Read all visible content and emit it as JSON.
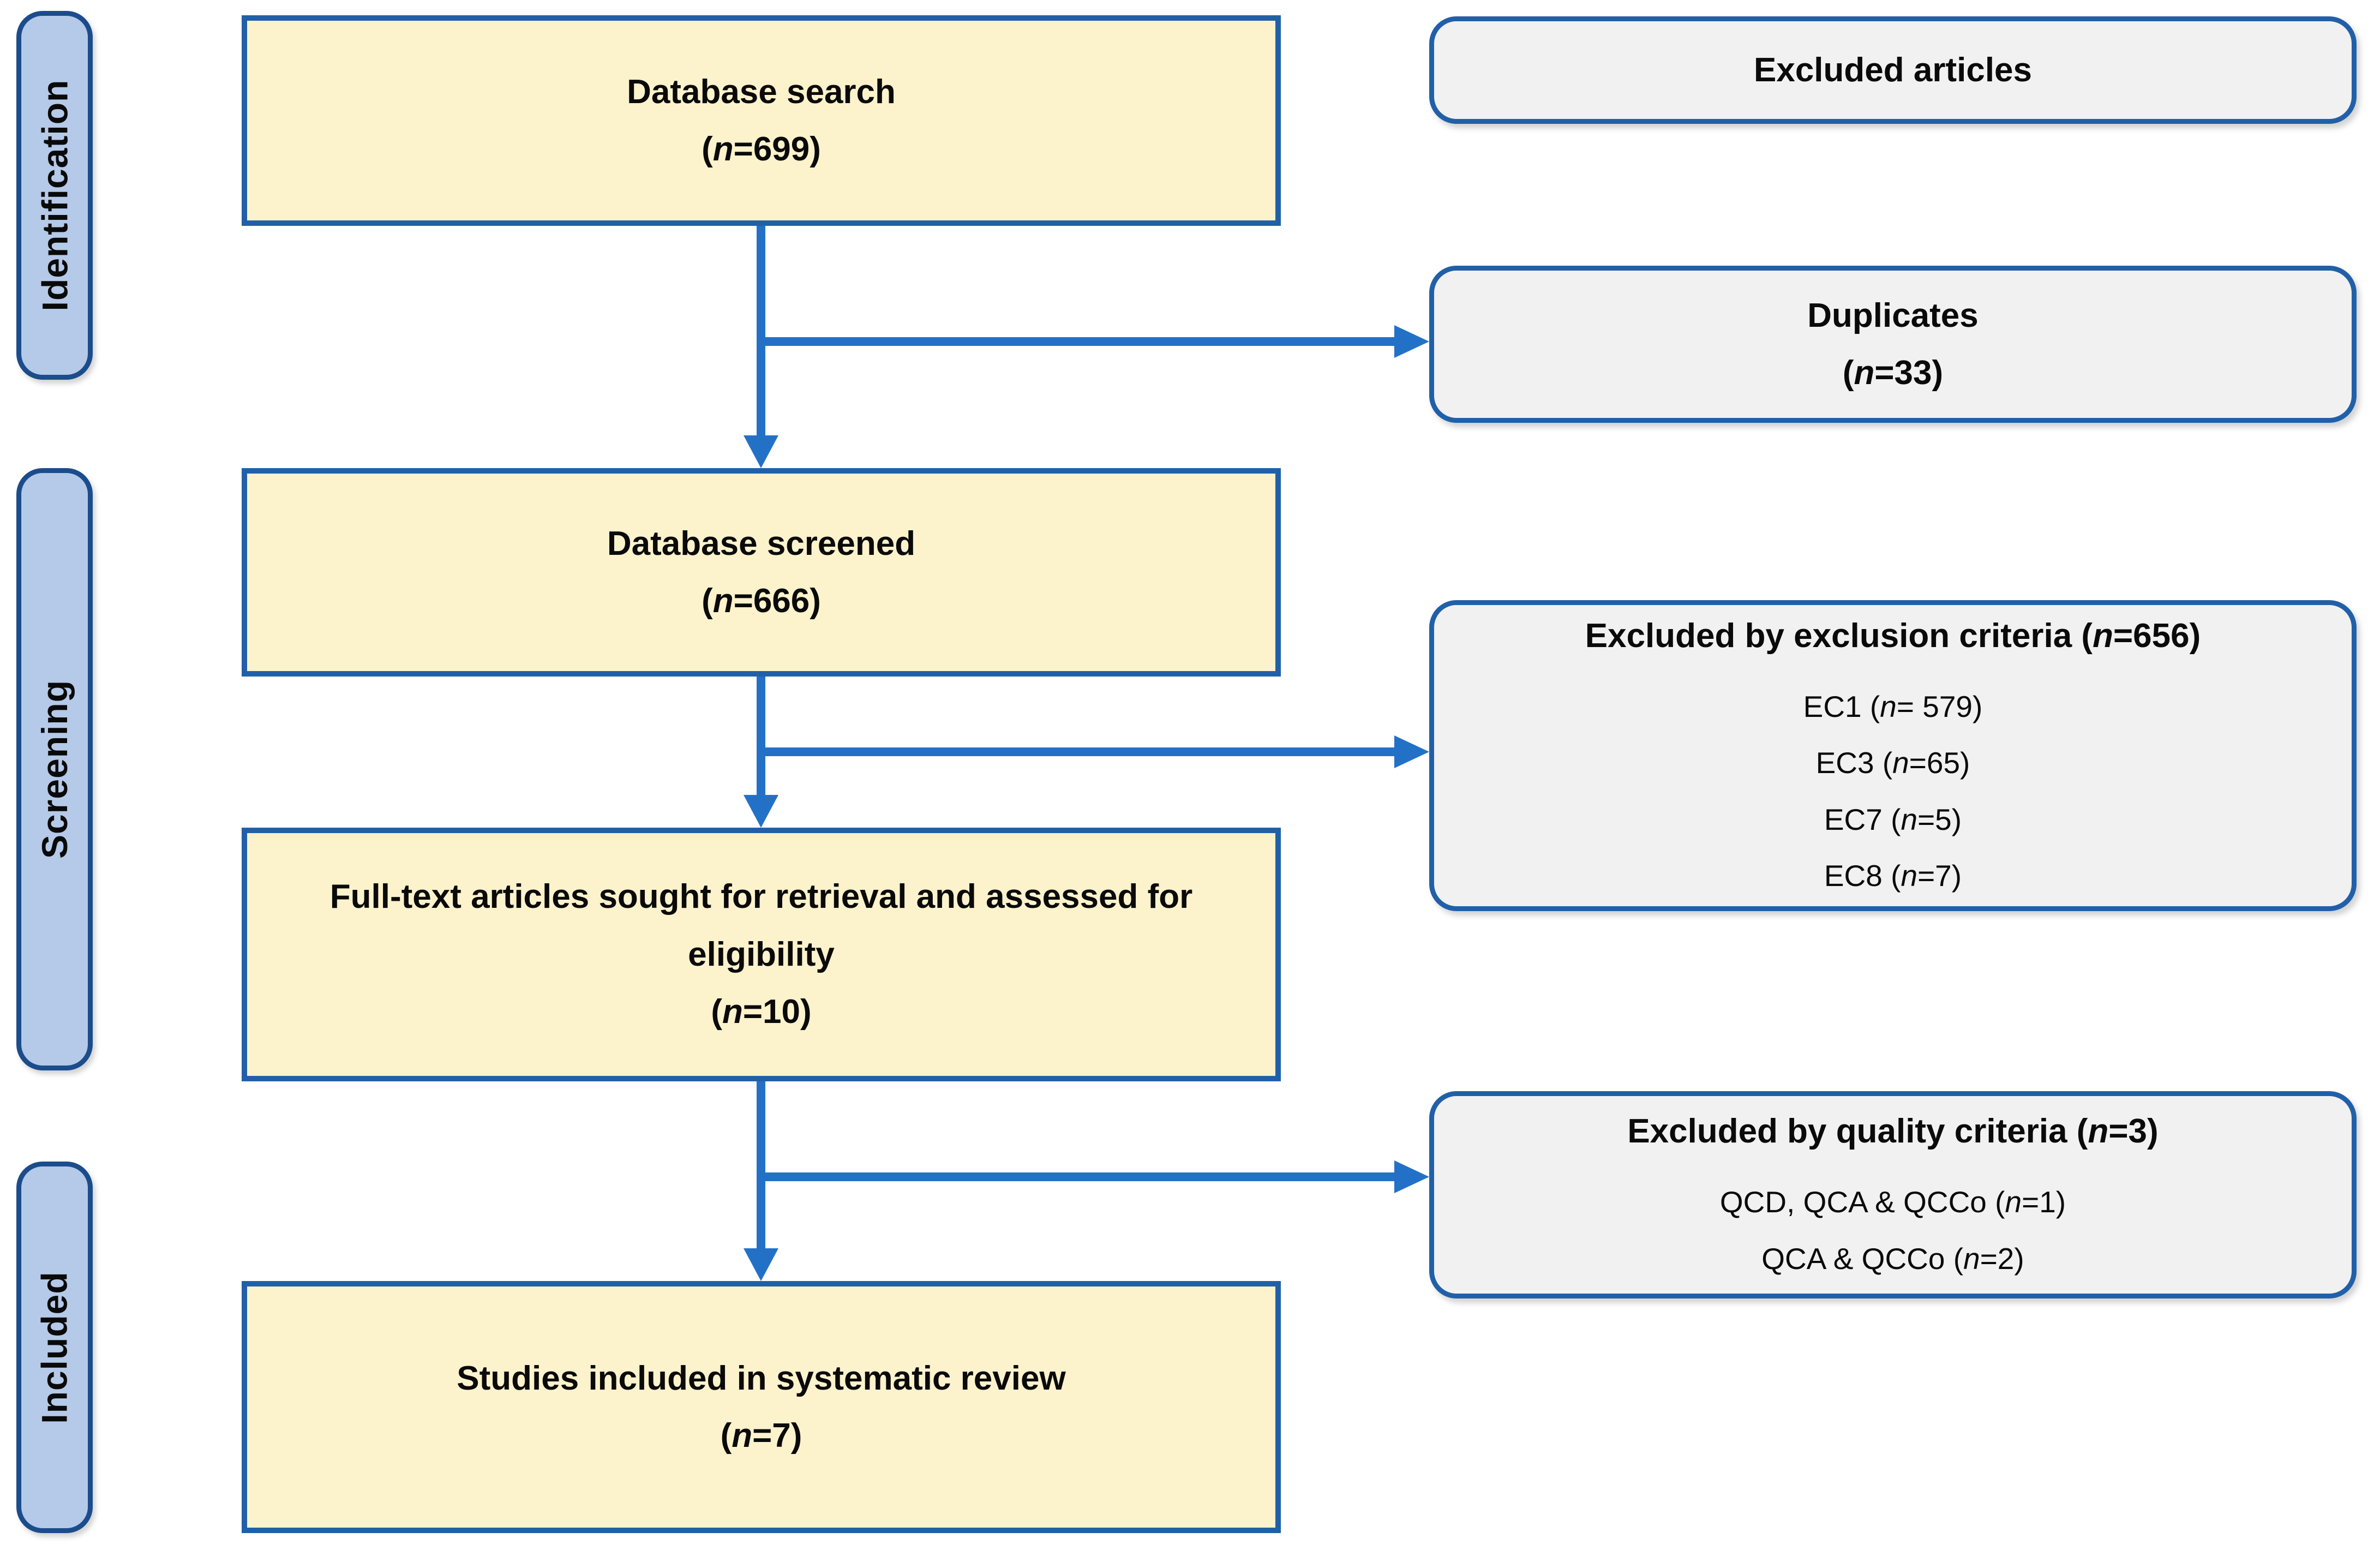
{
  "figure": {
    "type": "prisma-flow-diagram",
    "background": "#FFFFFF"
  },
  "colors": {
    "flow_box_fill": "#FCF2CC",
    "side_box_fill": "#F1F1F1",
    "box_border_blue": "#2160A8",
    "stage_fill": "#B5C9E8",
    "stage_border": "#1B4C8C",
    "arrow_blue": "#2371C7",
    "text": "#0A0A0A"
  },
  "stages": [
    {
      "label": "Identification"
    },
    {
      "label": "Screening"
    },
    {
      "label": "Included"
    }
  ],
  "flow_boxes": [
    {
      "title": "Database search",
      "count": {
        "open": "(",
        "n": "n",
        "rest": "=699)"
      }
    },
    {
      "title": "Database screened",
      "count": {
        "open": "(",
        "n": "n",
        "rest": "=666)"
      }
    },
    {
      "title": "Full-text articles sought for retrieval and assessed for eligibility",
      "count": {
        "open": "(",
        "n": "n",
        "rest": "=10)"
      }
    },
    {
      "title": "Studies included in systematic review",
      "count": {
        "open": "(",
        "n": "n",
        "rest": "=7)"
      }
    }
  ],
  "exclusion_boxes": [
    {
      "title": "Excluded articles"
    },
    {
      "title": "Duplicates",
      "count": {
        "open": "(",
        "n": "n",
        "rest": "=33)"
      }
    },
    {
      "title": {
        "pre": "Excluded by exclusion criteria (",
        "n": "n",
        "rest": "=656)"
      },
      "items": [
        {
          "pre": "EC1 (",
          "n": "n",
          "rest": "= 579)"
        },
        {
          "pre": "EC3 (",
          "n": "n",
          "rest": "=65)"
        },
        {
          "pre": "EC7 (",
          "n": "n",
          "rest": "=5)"
        },
        {
          "pre": "EC8 (",
          "n": "n",
          "rest": "=7)"
        }
      ]
    },
    {
      "title": {
        "pre": "Excluded by quality criteria (",
        "n": "n",
        "rest": "=3)"
      },
      "items": [
        {
          "pre": "QCD, QCA & QCCo (",
          "n": "n",
          "rest": "=1)"
        },
        {
          "pre": "QCA & QCCo (",
          "n": "n",
          "rest": "=2)"
        }
      ]
    }
  ]
}
